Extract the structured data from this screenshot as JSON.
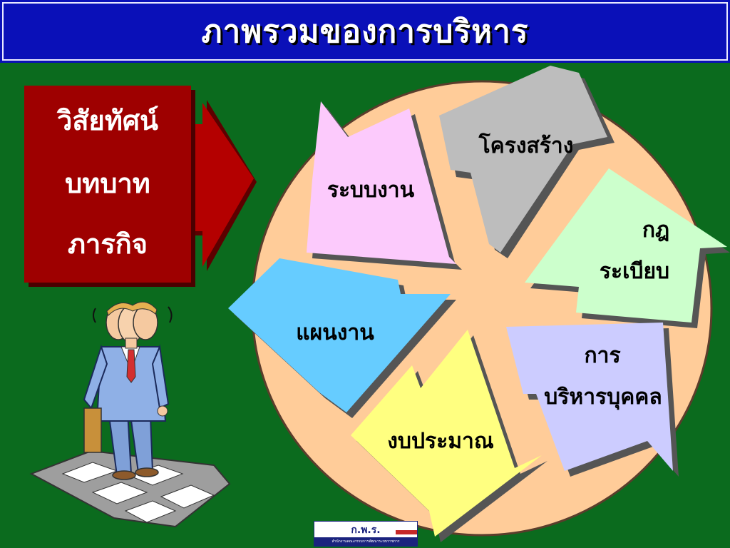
{
  "title": "ภาพรวมของการบริหาร",
  "vision": {
    "lines": [
      "วิสัยทัศน์",
      "บทบาท",
      "ภารกิจ"
    ]
  },
  "wheel": {
    "segments": {
      "systems": {
        "label": "ระบบงาน",
        "color": "#fccafc"
      },
      "structure": {
        "label": "โครงสร้าง",
        "color": "#bdbdbd"
      },
      "regulations": {
        "lines": [
          "กฎ",
          "ระเบียบ"
        ],
        "color": "#ccffcc"
      },
      "hr": {
        "lines": [
          "การ",
          "บริหารบุคคล"
        ],
        "color": "#ccccff"
      },
      "budget": {
        "label": "งบประมาณ",
        "color": "#ffff80"
      },
      "plan": {
        "label": "แผนงาน",
        "color": "#66ccff"
      }
    },
    "circle_color": "#ffcc99"
  },
  "logo": {
    "text": "ก.พ.ร.",
    "subtitle": "สำนักงานคณะกรรมการพัฒนาระบบราชการ"
  }
}
